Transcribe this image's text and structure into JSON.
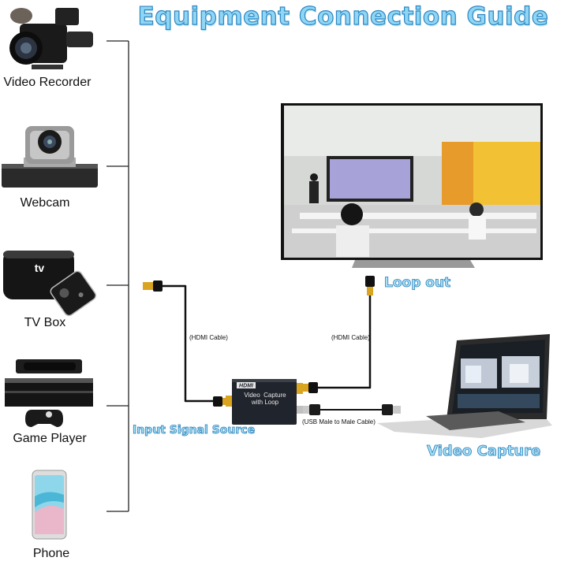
{
  "title": "Equipment Connection Guide",
  "devices": [
    {
      "name": "Video Recorder",
      "icon": "video-recorder-icon"
    },
    {
      "name": "Webcam",
      "icon": "webcam-icon"
    },
    {
      "name": "TV Box",
      "icon": "tv-box-icon"
    },
    {
      "name": "Game Player",
      "icon": "game-console-icon"
    },
    {
      "name": "Phone",
      "icon": "phone-icon"
    }
  ],
  "labels": {
    "loop_out": "Loop out",
    "input_source": "Input Signal Source",
    "video_capture": "Video Capture"
  },
  "cables": {
    "hdmi_left": "(HDMI Cable)",
    "hdmi_right": "(HDMI Cable)",
    "usb": "(USB Male to Male Cable)"
  },
  "capture_box": {
    "brand": "HDMI",
    "line1": "Video  Capture",
    "line2": "with Loop"
  },
  "tv_logo": "tv",
  "colors": {
    "title_fill": "#8fd6f5",
    "title_outline": "#2e87c2",
    "cable": "#111111",
    "hdmi_gold": "#d9a520"
  }
}
